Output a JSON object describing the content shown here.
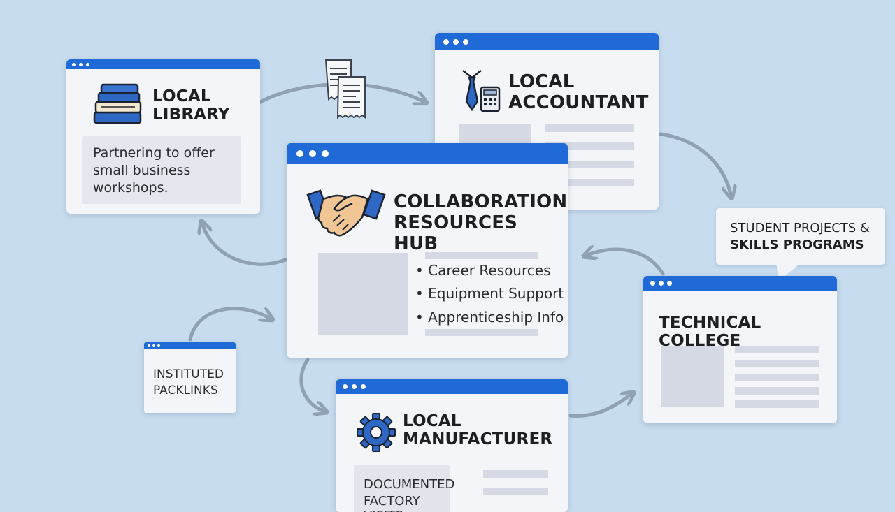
{
  "library": {
    "title_line1": "LOCAL",
    "title_line2": "LIBRARY",
    "description": "Partnering to offer small business workshops."
  },
  "accountant": {
    "title_line1": "LOCAL",
    "title_line2": "ACCOUNTANT"
  },
  "hub": {
    "title_line1": "COLLABORATION",
    "title_line2": "RESOURCES HUB",
    "bullets": [
      "• Career Resources",
      "• Equipment Support",
      "• Apprenticeship Info"
    ]
  },
  "college": {
    "title": "TECHNICAL COLLEGE",
    "callout_line1": "STUDENT PROJECTS &",
    "callout_line2": "SKILLS PROGRAMS"
  },
  "backlinks": {
    "line1": "INSTITUTED",
    "line2": "PACKLINKS"
  },
  "manufacturer": {
    "title_line1": "LOCAL",
    "title_line2": "MANUFACTURER",
    "doc_line1": "DOCUMENTED",
    "doc_line2": "FACTORY VISITS"
  },
  "icons": {
    "library": "books-icon",
    "accountant": "accountant-tie-calculator-icon",
    "hub": "handshake-icon",
    "manufacturer": "gear-icon",
    "documents": "documents-icon"
  },
  "colors": {
    "accent": "#1f6ad6",
    "background": "#c7dcee",
    "card": "#f4f5f8",
    "arrow": "#8fa1b3"
  }
}
